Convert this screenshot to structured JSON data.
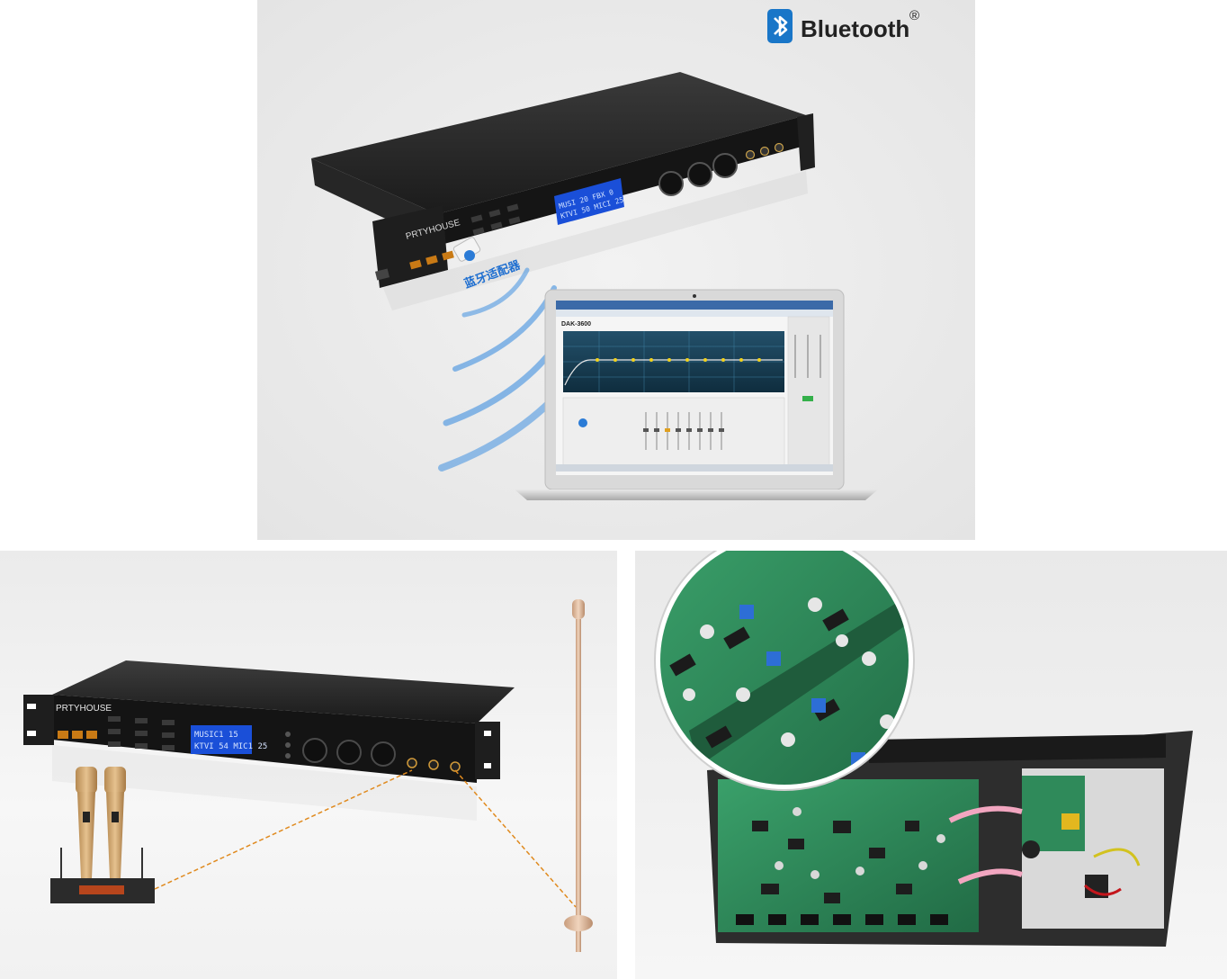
{
  "top": {
    "bluetooth_label": "Bluetooth",
    "registered_mark": "®",
    "brand_text": "P",
    "brand_text_rest": "RTY",
    "brand_text_house": "HOUSE",
    "adapter_label": "蓝牙适配器",
    "lcd_line1": "MUSI 20 FBX  0",
    "lcd_line2": "KTVI 50 MICI 25",
    "software_title": "DAK-3600"
  },
  "bottom_left": {
    "brand_text": "P",
    "brand_text_rest": "RTY",
    "brand_text_house": "HOUSE",
    "lcd_line1": "MUSIC1 15",
    "lcd_line2": "KTVI 54  MIC1 25"
  },
  "colors": {
    "bluetooth_blue": "#1976c8",
    "wave_blue": "#3f8fe0",
    "lcd_blue": "#1a4fd8",
    "pcb_green": "#2f8a5a",
    "cable_orange": "#e08a1e"
  }
}
